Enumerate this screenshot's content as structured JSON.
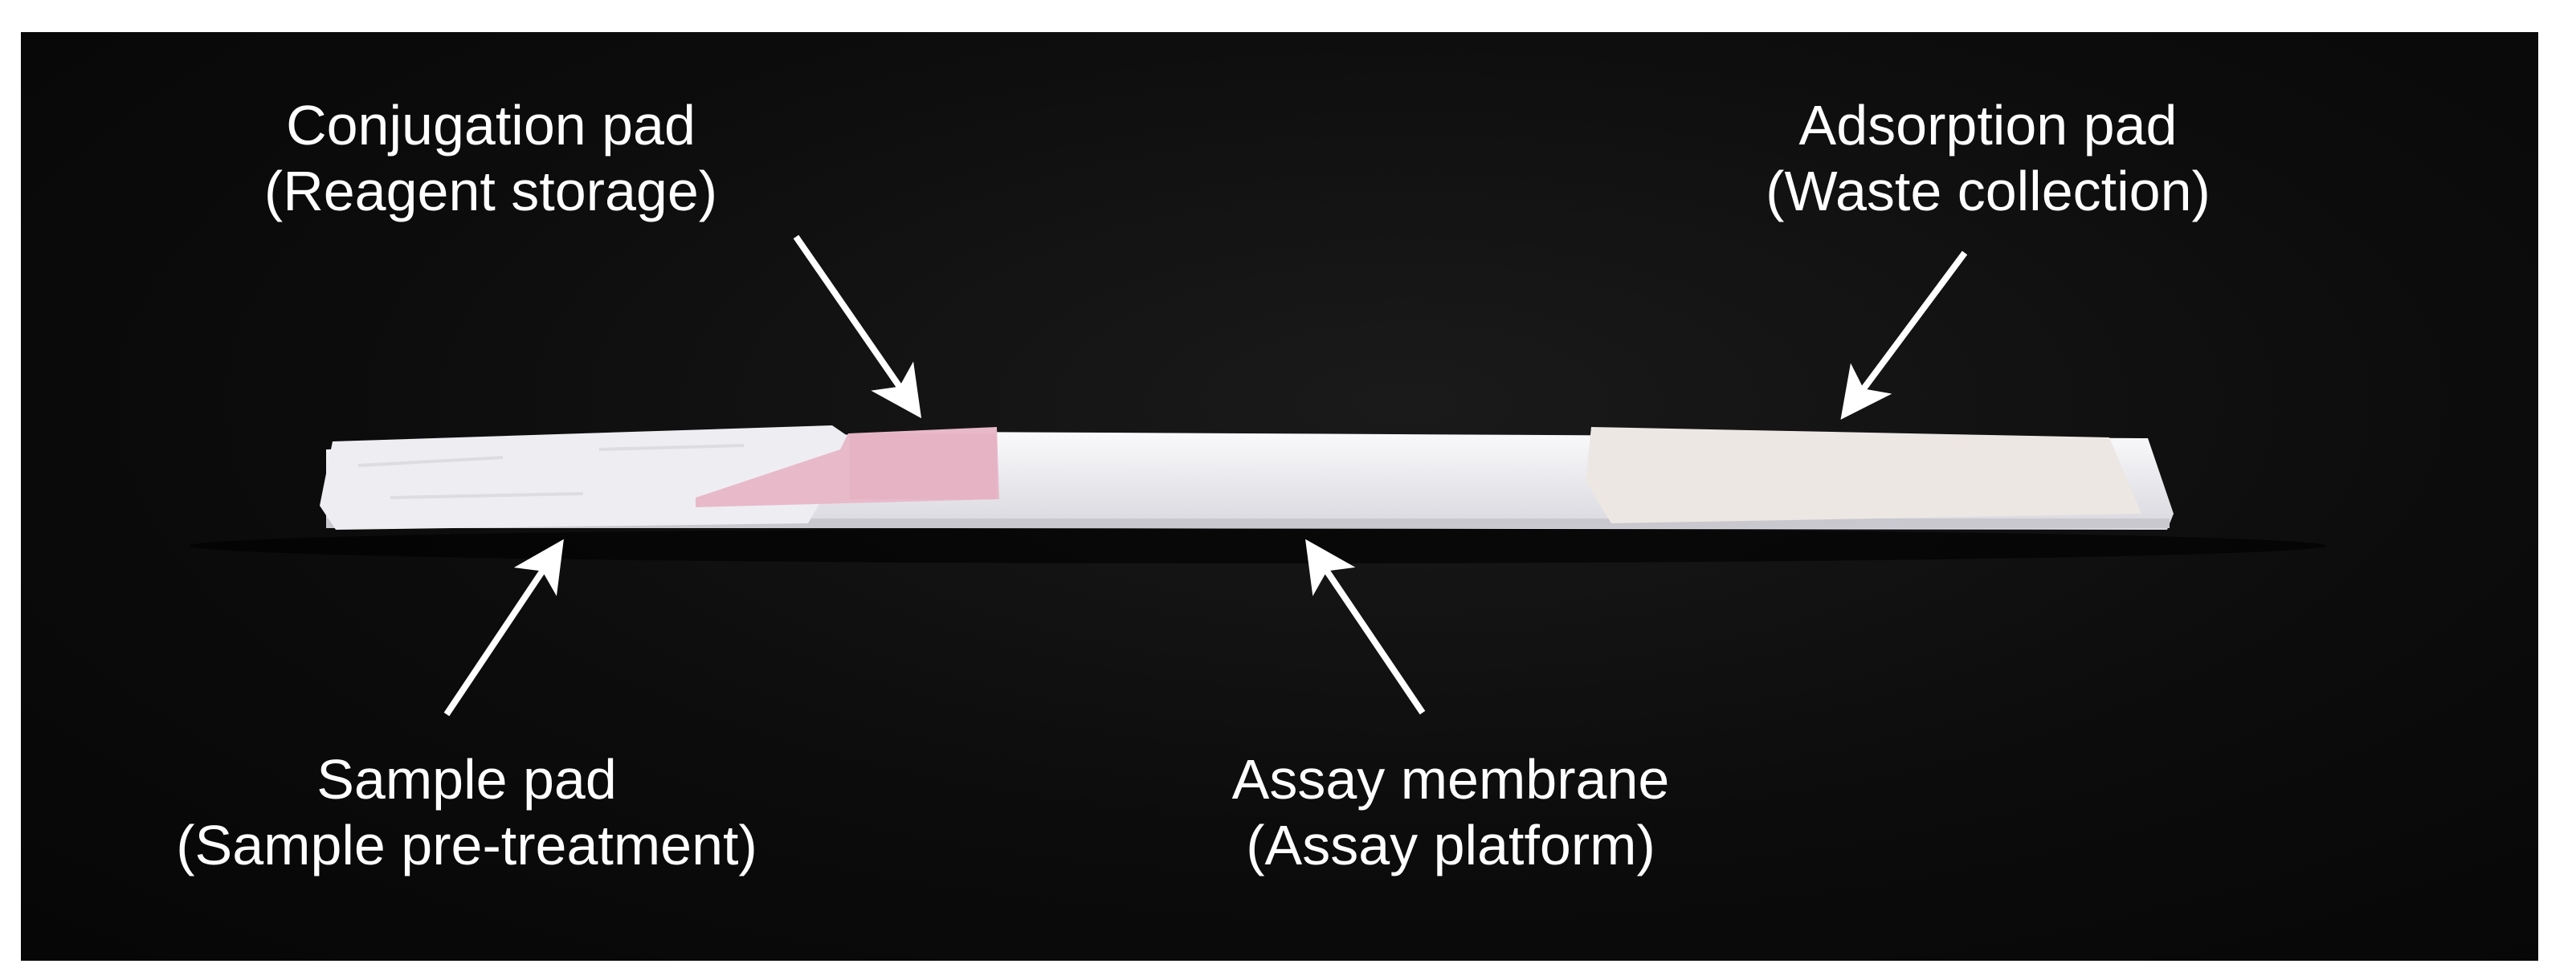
{
  "labels": {
    "conjugation": {
      "title": "Conjugation pad",
      "subtitle": "(Reagent storage)"
    },
    "adsorption": {
      "title": "Adsorption pad",
      "subtitle": "(Waste collection)"
    },
    "sample": {
      "title": "Sample pad",
      "subtitle": "(Sample pre-treatment)"
    },
    "membrane": {
      "title": "Assay membrane",
      "subtitle": "(Assay platform)"
    }
  },
  "colors": {
    "background": "#0c0c0c",
    "strip": "#f4f4f6",
    "conjugation_pad": "#e7b8c8",
    "text": "#ffffff",
    "arrow": "#ffffff"
  }
}
